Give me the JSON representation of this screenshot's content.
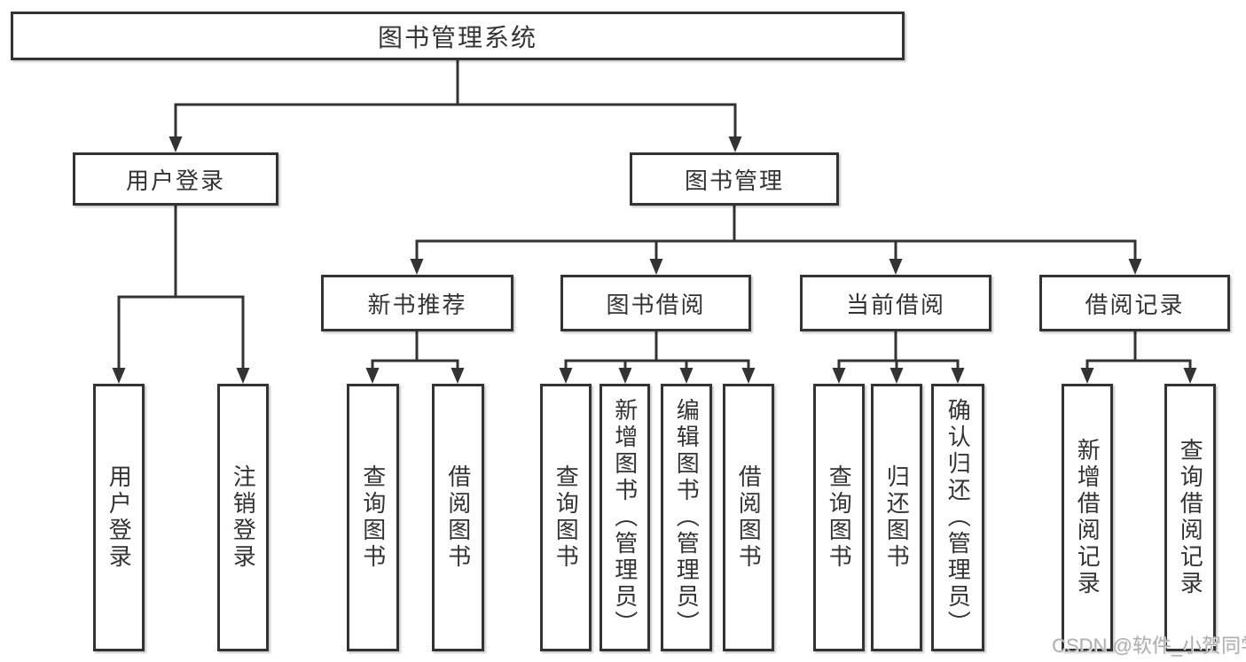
{
  "colors": {
    "line": "#333333",
    "text": "#333333",
    "background": "#ffffff",
    "watermark": "#b0b0b0"
  },
  "watermark": {
    "text": "CSDN @软件_小贺同学"
  },
  "tree": {
    "label": "图书管理系统",
    "children": [
      {
        "label": "用户登录",
        "children": [
          {
            "label": "用户登录"
          },
          {
            "label": "注销登录"
          }
        ]
      },
      {
        "label": "图书管理",
        "children": [
          {
            "label": "新书推荐",
            "children": [
              {
                "label": "查询图书"
              },
              {
                "label": "借阅图书"
              }
            ]
          },
          {
            "label": "图书借阅",
            "children": [
              {
                "label": "查询图书"
              },
              {
                "label": "新增图书（管理员）"
              },
              {
                "label": "编辑图书（管理员）"
              },
              {
                "label": "借阅图书"
              }
            ]
          },
          {
            "label": "当前借阅",
            "children": [
              {
                "label": "查询图书"
              },
              {
                "label": "归还图书"
              },
              {
                "label": "确认归还（管理员）"
              }
            ]
          },
          {
            "label": "借阅记录",
            "children": [
              {
                "label": "新增借阅记录"
              },
              {
                "label": "查询借阅记录"
              }
            ]
          }
        ]
      }
    ]
  }
}
